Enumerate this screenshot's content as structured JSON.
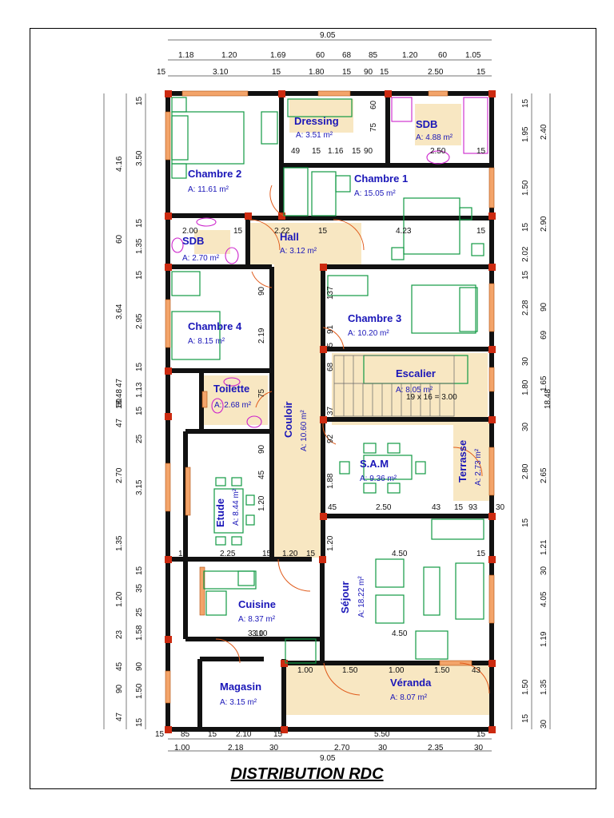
{
  "title": "DISTRIBUTION RDC",
  "rooms": [
    {
      "name": "Chambre 2",
      "area": "A:     11.61 m²"
    },
    {
      "name": "Dressing",
      "area": "A:    3.51 m²"
    },
    {
      "name": "SDB",
      "area": "A: 4.88 m²"
    },
    {
      "name": "Chambre 1",
      "area": "A:     15.05 m²"
    },
    {
      "name": "SDB",
      "area": "A: 2.70 m²"
    },
    {
      "name": "Hall",
      "area": "A: 3.12 m²"
    },
    {
      "name": "Chambre 3",
      "area": "A:     10.20 m²"
    },
    {
      "name": "Chambre 4",
      "area": "A:      8.15 m²"
    },
    {
      "name": "Escalier",
      "area": "A: 8.05 m²"
    },
    {
      "name": "Toilette",
      "area": "A: 2.68 m²"
    },
    {
      "name": "Couloir",
      "area": "A: 10.60 m²"
    },
    {
      "name": "S.A.M",
      "area": "A: 9.36 m²"
    },
    {
      "name": "Terrasse",
      "area": "A: 2.73 m²"
    },
    {
      "name": "Etude",
      "area": "A: 8.44 m²"
    },
    {
      "name": "Cuisine",
      "area": "A: 8.37 m²"
    },
    {
      "name": "Séjour",
      "area": "A: 18.22 m²"
    },
    {
      "name": "Magasin",
      "area": "A:  3.15 m²"
    },
    {
      "name": "Véranda",
      "area": "A:  8.07 m²"
    }
  ],
  "dimensions": {
    "top_total": "9.05",
    "top_row1": [
      "1.18",
      "1.20",
      "1.69",
      "60",
      "68",
      "85",
      "1.20",
      "60",
      "1.05"
    ],
    "top_row2": [
      "15",
      "3.10",
      "15",
      "1.80",
      "15",
      "90",
      "15",
      "2.50",
      "15"
    ],
    "bottom_row1": [
      "15",
      "85",
      "15",
      "2.10",
      "15",
      "5.50",
      "15"
    ],
    "bottom_row2": [
      "1.00",
      "2.18",
      "30",
      "2.70",
      "30",
      "2.35",
      "30"
    ],
    "bottom_total": "9.05",
    "left_total": "18.48",
    "right_total": "18.48",
    "left_outer": [
      "4.16",
      "60",
      "3.64",
      "47",
      "60",
      "47",
      "2.70",
      "1.35",
      "1.20",
      "23",
      "45",
      "90",
      "47"
    ],
    "left_inner": [
      "15",
      "3.50",
      "15",
      "1.35",
      "15",
      "2.95",
      "15",
      "1.13",
      "15",
      "25",
      "3.15",
      "15",
      "35",
      "25",
      "1.58",
      "90",
      "1.50",
      "15"
    ],
    "right_outer": [
      "2.40",
      "2.90",
      "90",
      "69",
      "1.65",
      "2.65",
      "1.21",
      "30",
      "4.05",
      "1.19",
      "1.35",
      "30"
    ],
    "right_inner": [
      "15",
      "1.95",
      "1.50",
      "15",
      "2.02",
      "15",
      "2.28",
      "30",
      "1.80",
      "30",
      "2.80",
      "15",
      "1.50",
      "15"
    ],
    "interior": [
      "2.00",
      "15",
      "2.22",
      "15",
      "4.23",
      "15",
      "49",
      "15",
      "1.16",
      "15",
      "90",
      "2.50",
      "15",
      "90",
      "2.19",
      "75",
      "90",
      "45",
      "1.20",
      "15",
      "1.20",
      "15",
      "2.25",
      "15",
      "4.50",
      "15",
      "3.10",
      "4.50",
      "1.00",
      "1.50",
      "1.00",
      "1.50",
      "43",
      "2.50",
      "43",
      "15",
      "93",
      "30",
      "1.88",
      "37",
      "68",
      "92",
      "15",
      "91",
      "137",
      "60",
      "75",
      "19 x 16 = 3.00",
      "1.20",
      "45",
      "3.10"
    ]
  },
  "colors": {
    "room_label": "#1a16b8",
    "furniture": "#119944",
    "sanitary": "#cc22cc",
    "door": "#e05a1a",
    "window": "#f3a46a",
    "column": "#cc2a10",
    "floor": "#f8e7c2"
  }
}
